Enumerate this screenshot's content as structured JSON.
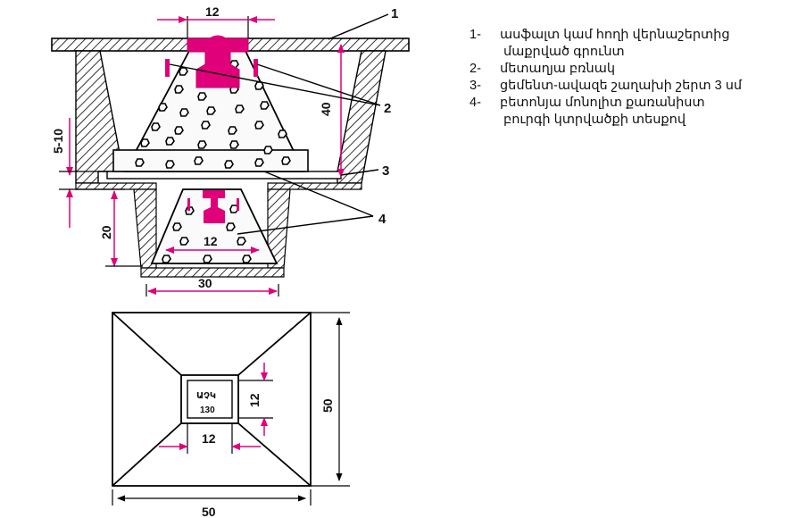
{
  "colors": {
    "rail": "#e0007a",
    "line": "#000000",
    "concrete_fill": "#f5f5f5"
  },
  "labels": {
    "callout_1": "1",
    "callout_2": "2",
    "callout_3": "3",
    "callout_4": "4",
    "dim_top_width": "12",
    "dim_depth_40": "40",
    "dim_5_10": "5-10",
    "dim_20": "20",
    "dim_small_12": "12",
    "dim_30": "30",
    "plan_dim_50_right": "50",
    "plan_dim_50_bottom": "50",
    "plan_dim_12_right": "12",
    "plan_dim_12_bottom": "12",
    "plan_mark": "ԱՉԿ",
    "plan_mark_num": "130"
  },
  "legend": [
    {
      "num": "1-",
      "text": "ասֆալտ կամ հողի վերնաշերտից",
      "cont": "մաքրված  գրունտ"
    },
    {
      "num": "2-",
      "text": "մետաղյա բռնակ",
      "cont": ""
    },
    {
      "num": "3-",
      "text": "ցեմենտ-ավազե շաղախի շերտ 3 սմ",
      "cont": ""
    },
    {
      "num": "4-",
      "text": "բետոնյա մոնոլիտ քառանիստ",
      "cont": "բուրգի կտրվածքի տեսքով"
    }
  ]
}
